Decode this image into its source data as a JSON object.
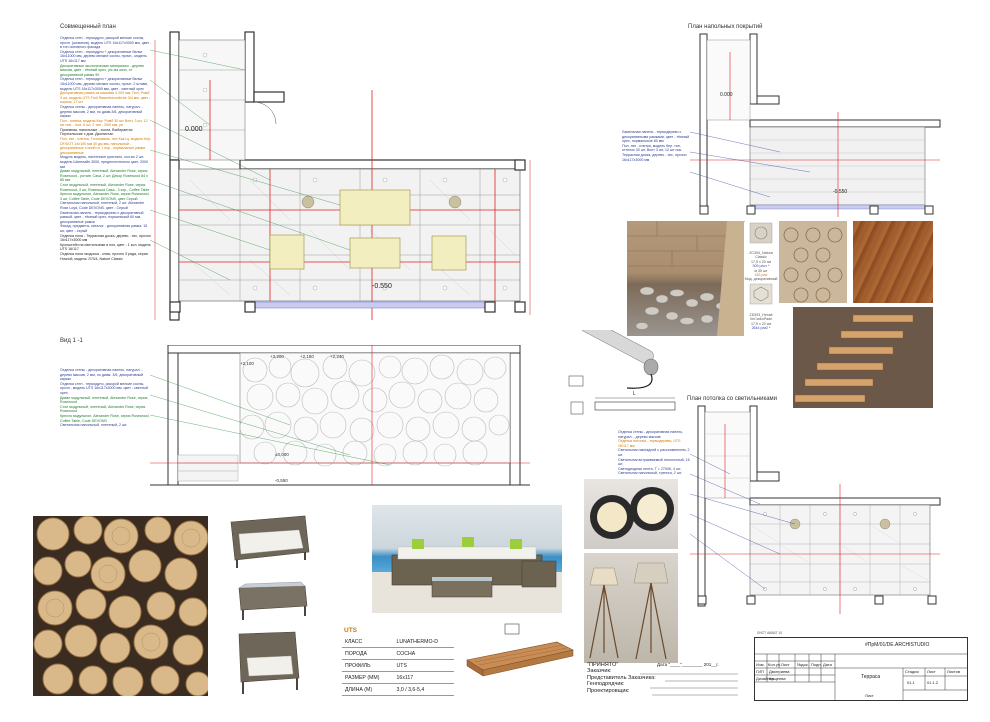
{
  "titles": {
    "combined_plan": "Совмещенный план",
    "floor_plan": "План напольных покрытий",
    "section": "Вид 1 -1",
    "ceiling_plan": "План потолка со светильниками"
  },
  "levels": {
    "zero": "0.000",
    "terrace": "-0.550",
    "fp_zero": "0.000",
    "fp_terrace": "-0.550",
    "s1": "+3,200",
    "s2": "+2,150",
    "s3": "+2,240",
    "s4": "+2,100",
    "s5": "±0,000",
    "s6": "-0,550"
  },
  "notes_combined": [
    {
      "text": "Отделка стен - термодуло, раскрой мелкие сосны, прочн. (штампов), модель UTS 16х117х3000 мм, цвет - в тон основного фасада",
      "tone": "blue"
    },
    {
      "text": "Отделка стен - термодуло + декоративные балки 16х11000 мм, дерево мелкие сосны, прочн., модель UTS 16х117 мм",
      "tone": "blue"
    },
    {
      "text": "Декоративные экологические материалы - дерево массив, цвет - тёмный орех, pic ма окно, от декоративной рамки 90",
      "tone": "green"
    },
    {
      "text": "Отделка стен - термодуло + декоративные балки 16х11000 мм, дерево мелкие сосны, прочн. 2 штамп, модель UTS 16х117х3000 мм, цвет - светлый орех",
      "tone": "blue"
    },
    {
      "text": "Декоративная рамка из массива 4 200 мм, Пол, Ромб 3 шт, модель UTS Fruit Rasenfreundliche 3/4 мм, цвет - корича, 17 шт",
      "tone": "orange"
    },
    {
      "text": "Отделка стены - декоративная панель, натурал. - дерево массив, 2 мм, по диам.3/6, декоративный каркас",
      "tone": "blue"
    },
    {
      "text": "Пол - плитка, модель Кер. Ромб 30 шт Волт, 3 шт, 12 шт нок. - пол, 6 шт, 2 тип - 25/0 мм, уп",
      "tone": "orange"
    },
    {
      "text": "Приемная, напольные - сосна, Выбирается Портгальские с дом. Джолистан",
      "tone": "black"
    },
    {
      "text": "Пол, тип - плитка, Тоголоваль, лес Как-Ly, модель Кер. DF/DOT 14х100 мм 30 дм мм, напольный - декоративные с иной от 1 нор., нормальные рамки, декоративные",
      "tone": "orange"
    },
    {
      "text": "Модуль модель, настенные кристалл, кол-во 2 шт. модель Шателайн 3000, предпочтительно цвет, 2000 мм",
      "tone": "blue"
    },
    {
      "text": "Диван модульный, плетеный, Alexander Rose, серия Rosewood - ротанг, Casa, 2 шт, Декор Rosewood 84 х 85 мм",
      "tone": "green"
    },
    {
      "text": "Стол модульный, плетеный, Alexander Rose, серия Rosewood, 3 шт, Rosewood Casa - 3 кор., Coffee Table",
      "tone": "green"
    },
    {
      "text": "Кресло модульное, Alexander Rose, серия Rosewood, 3 шт, Coffee Table, Code DEVONS, цвет Серый",
      "tone": "green"
    },
    {
      "text": "Светильник напольный, плетеный, 2 шт. Alexander Rose Loyd, Code DEVONS, цвет - Серый",
      "tone": "blue"
    },
    {
      "text": "Ламельная панель - термодерево с декоративной рамкой, цвет - тёмный орех, нормальный 60 мм, декоративные рамки",
      "tone": "blue"
    },
    {
      "text": "Фасад, предметы, каталог - декоративная рамка, 15 шт, цвет - серый",
      "tone": "blue"
    },
    {
      "text": "Отделка пола - Террасная доска, дерево - тис, прочно 16х117х3000 мм",
      "tone": "black"
    },
    {
      "text": "Кронштейн на светильники в пол, цвет - 1 кол. модель UTS 16/117",
      "tone": "black"
    },
    {
      "text": "Отделка пола экодоска - ключ, прочно 3 ряда, серия Ночной, модель J7/3/4, Nature Classic",
      "tone": "black"
    }
  ],
  "notes_floor": [
    {
      "text": "Ламельная панель - термодерево с декоративными рамками, цвет - тёмный орех, нормальные 60 мм",
      "tone": "blue"
    },
    {
      "text": "Пол, тип - плитка, модель Кер. тип, оттенок 30 шт, Волт 3 шт, 12 шт нок.",
      "tone": "blue"
    },
    {
      "text": "Террасная доска, дерево - тис, прочно 16х117х3000 мм",
      "tone": "blue"
    }
  ],
  "notes_ceiling": [
    {
      "text": "Отделка стены - декоративная панель, натурал. - дерево массив",
      "tone": "blue"
    },
    {
      "text": "Отделка потолка - термодерево, UTS 16/117 мм",
      "tone": "orange"
    },
    {
      "text": "Светильник накладной с рассеивателем, 2 шт.",
      "tone": "blue"
    },
    {
      "text": "Светильник встраиваемый потолочный, 16 шт.",
      "tone": "blue"
    },
    {
      "text": "Светодиодная лента, Т = 2700К, 4 шт.",
      "tone": "blue"
    },
    {
      "text": "Светильник напольный, тренога, 2 шт.",
      "tone": "blue"
    }
  ],
  "notes_section": [
    {
      "text": "Отделка стены - декоративная панель, натурал. - дерево массив, 2 мм, по диам. 3/6, декоративный каркас",
      "tone": "blue"
    },
    {
      "text": "Отделка стен - термодуло, раскрой мелкие сосны, прочн., модель UTS 16х117х3000 мм, цвет - светлый орех",
      "tone": "blue"
    },
    {
      "text": "Диван модульный, плетеный, Alexander Rose, серия Rosewood",
      "tone": "green"
    },
    {
      "text": "Стол модульный, плетеный, Alexander Rose, серия Rosewood",
      "tone": "green"
    },
    {
      "text": "Кресло модульное, Alexander Rose, серия Rosewood, Coffee Table, Code DEVONS",
      "tone": "green"
    },
    {
      "text": "Светильник напольный, плетеный, 2 шт.",
      "tone": "blue"
    }
  ],
  "swatches": {
    "tile1_name": "ZC394_Natura Classic",
    "tile1_size": "17,5 x 20 см",
    "tile1_price": "309 р/шт *",
    "tile1_qty": "м 35 шт",
    "tile1_total": "183 р/ш",
    "tile1_note": "Мод. декоративный",
    "tile2_name": "ZD393_Hexalt VeCarkoPade",
    "tile2_size": "17,5 x 20 см",
    "tile2_price": "2644 р/м2 *"
  },
  "product_table": {
    "brand": "UTS",
    "rows": [
      {
        "label": "КЛАСС",
        "value": "LUNATHERMO-D"
      },
      {
        "label": "ПОРОДА",
        "value": "СОСНА"
      },
      {
        "label": "ПРОФИЛЬ",
        "value": "UTS"
      },
      {
        "label": "РАЗМЕР (ММ)",
        "value": "16х117"
      },
      {
        "label": "ДЛИНА (М)",
        "value": "3,0 / 3,6-5,4"
      }
    ]
  },
  "profile_label": "L",
  "approval": {
    "title": "\"ПРИНЯТО\"",
    "date_label": "Дата \"____\"________ 201__г.",
    "rows": [
      "Заказчик:",
      "Представитель Заказчика:",
      "Генподрядчик:",
      "Проектировщик:"
    ]
  },
  "stamp": {
    "code": "#ПрМ/01/DE.ARCHISTUDIO",
    "sheet_top_small": "ЛИСТ АКВАТ 10",
    "object": "Терраса",
    "stage_h": "Стадия",
    "list_h": "Лист",
    "lists_h": "Листов",
    "stage": "01.1",
    "list": "01.1.2",
    "bottom": "Лист",
    "col_heads": [
      "Изм.",
      "Кол.уч.",
      "Лист",
      "№док.",
      "Подп.",
      "Дата"
    ],
    "row1": [
      "ГИП",
      "Дмитриева"
    ],
    "row2": [
      "Дизайнер",
      "Кащеева"
    ]
  }
}
